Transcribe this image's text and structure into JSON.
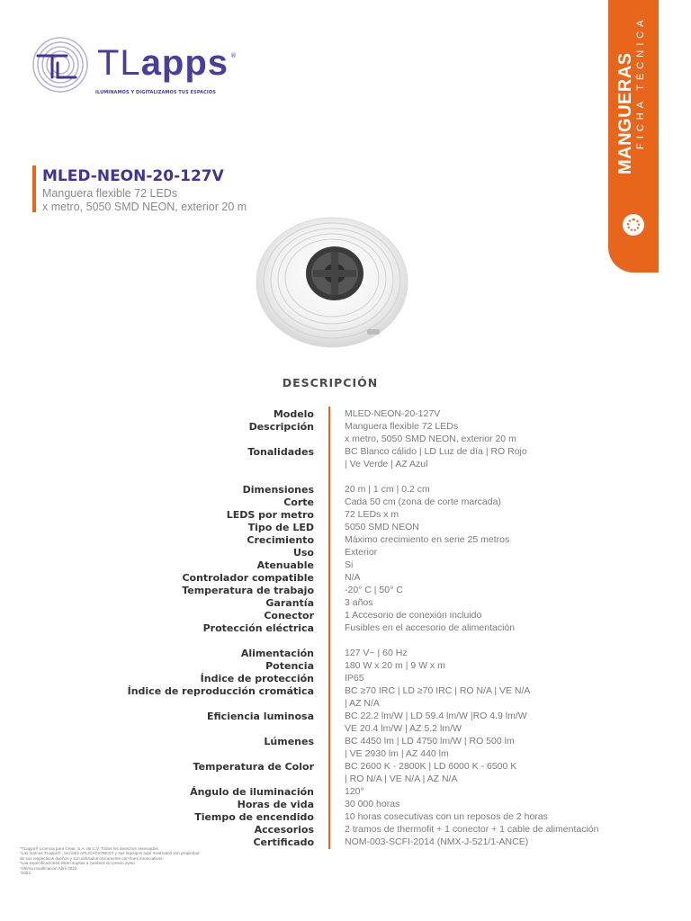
{
  "brand": {
    "name_tl": "TL",
    "name_apps": "apps",
    "registered": "®",
    "tagline": "ILUMINAMOS Y DIGITALIZAMOS TUS ESPACIOS"
  },
  "side_tab": {
    "title": "MANGUERAS",
    "subtitle": "FICHA TÉCNICA",
    "color": "#e8661c",
    "icon": "led-strip-icon"
  },
  "product": {
    "model": "MLED-NEON-20-127V",
    "subtitle_line1": "Manguera flexible 72 LEDs",
    "subtitle_line2": "x metro, 5050 SMD NEON, exterior 20 m"
  },
  "description": {
    "heading": "DESCRIPCIÓN",
    "rows": [
      {
        "label": "Modelo",
        "values": [
          "MLED-NEON-20-127V"
        ]
      },
      {
        "label": "Descripción",
        "values": [
          "Manguera flexible 72 LEDs",
          "x metro, 5050 SMD NEON, exterior 20 m"
        ]
      },
      {
        "label": "Tonalidades",
        "values": [
          "BC Blanco cálido | LD Luz de día | RO Rojo",
          "| Ve Verde | AZ Azul"
        ]
      },
      {
        "label": "Dimensiones",
        "values": [
          "20 m | 1 cm | 0.2 cm"
        ]
      },
      {
        "label": "Corte",
        "values": [
          "Cada 50 cm (zona de corte marcada)"
        ]
      },
      {
        "label": "LEDS por metro",
        "values": [
          "72 LEDs x m"
        ]
      },
      {
        "label": "Tipo de LED",
        "values": [
          "5050 SMD NEON"
        ]
      },
      {
        "label": "Crecimiento",
        "values": [
          "Máximo crecimiento en serie 25 metros"
        ]
      },
      {
        "label": "Uso",
        "values": [
          "Exterior"
        ]
      },
      {
        "label": "Atenuable",
        "values": [
          "Si"
        ]
      },
      {
        "label": "Controlador compatible",
        "values": [
          "N/A"
        ]
      },
      {
        "label": "Temperatura de trabajo",
        "values": [
          "-20° C | 50° C"
        ]
      },
      {
        "label": "Garantía",
        "values": [
          "3 años"
        ]
      },
      {
        "label": "Conector",
        "values": [
          "1 Accesorio de conexión incluido"
        ]
      },
      {
        "label": "Protección eléctrica",
        "values": [
          "Fusibles en el accesorio de alimentación"
        ]
      },
      {
        "label": "Alimentación",
        "values": [
          "127 V~ | 60 Hz"
        ]
      },
      {
        "label": "Potencia",
        "values": [
          "180 W x 20 m | 9 W x m"
        ]
      },
      {
        "label": "Índice de protección",
        "values": [
          "IP65"
        ]
      },
      {
        "label": "Índice de reproducción cromática",
        "values": [
          "BC ≥70 IRC | LD ≥70 IRC | RO N/A | VE N/A",
          "| AZ N/A"
        ]
      },
      {
        "label": "Eficiencia luminosa",
        "values": [
          "BC 22.2 lm/W | LD 59.4 lm/W |RO 4.9 lm/W",
          "VE 20.4 lm/W | AZ 5.2 lm/W"
        ]
      },
      {
        "label": "Lúmenes",
        "values": [
          "BC 4450 lm | LD 4750 lm/W | RO 500 lm",
          "| VE 2930 lm | AZ 440 lm"
        ]
      },
      {
        "label": "Temperatura de Color",
        "values": [
          "BC 2600 K - 2800K | LD 6000 K - 6500 K",
          "| RO N/A | VE N/A | AZ N/A"
        ]
      },
      {
        "label": "Ángulo de iluminación",
        "values": [
          "120°"
        ]
      },
      {
        "label": "Horas de vida",
        "values": [
          "30 000 horas"
        ]
      },
      {
        "label": "Tiempo de encendido",
        "values": [
          "10 horas cosecutivas con un reposos de 2 horas"
        ]
      },
      {
        "label": "Accesorios",
        "values": [
          "2 tramos de thermofit + 1 conector + 1 cable de alimentación"
        ]
      },
      {
        "label": "Certificado",
        "values": [
          "NOM-003-SCFI-2014 (NMX-J-521/1-ANCE)"
        ]
      }
    ]
  },
  "footnote": [
    "*TLapps® Licencia para Crear, S.A. de C.V. Todos los derechos reservados.",
    "*Las marcas TLapps® , tecnoEe APLICACIONES® y sus logotipos aquí mostrados son propiedad",
    " de sus respectivos dueños y son utilizados únicamente con fines enunciativos.",
    "*Las especificaciones están sujetas a cambios sin previo aviso.",
    "*Última modificación Abril 2022.",
    "*2022"
  ]
}
